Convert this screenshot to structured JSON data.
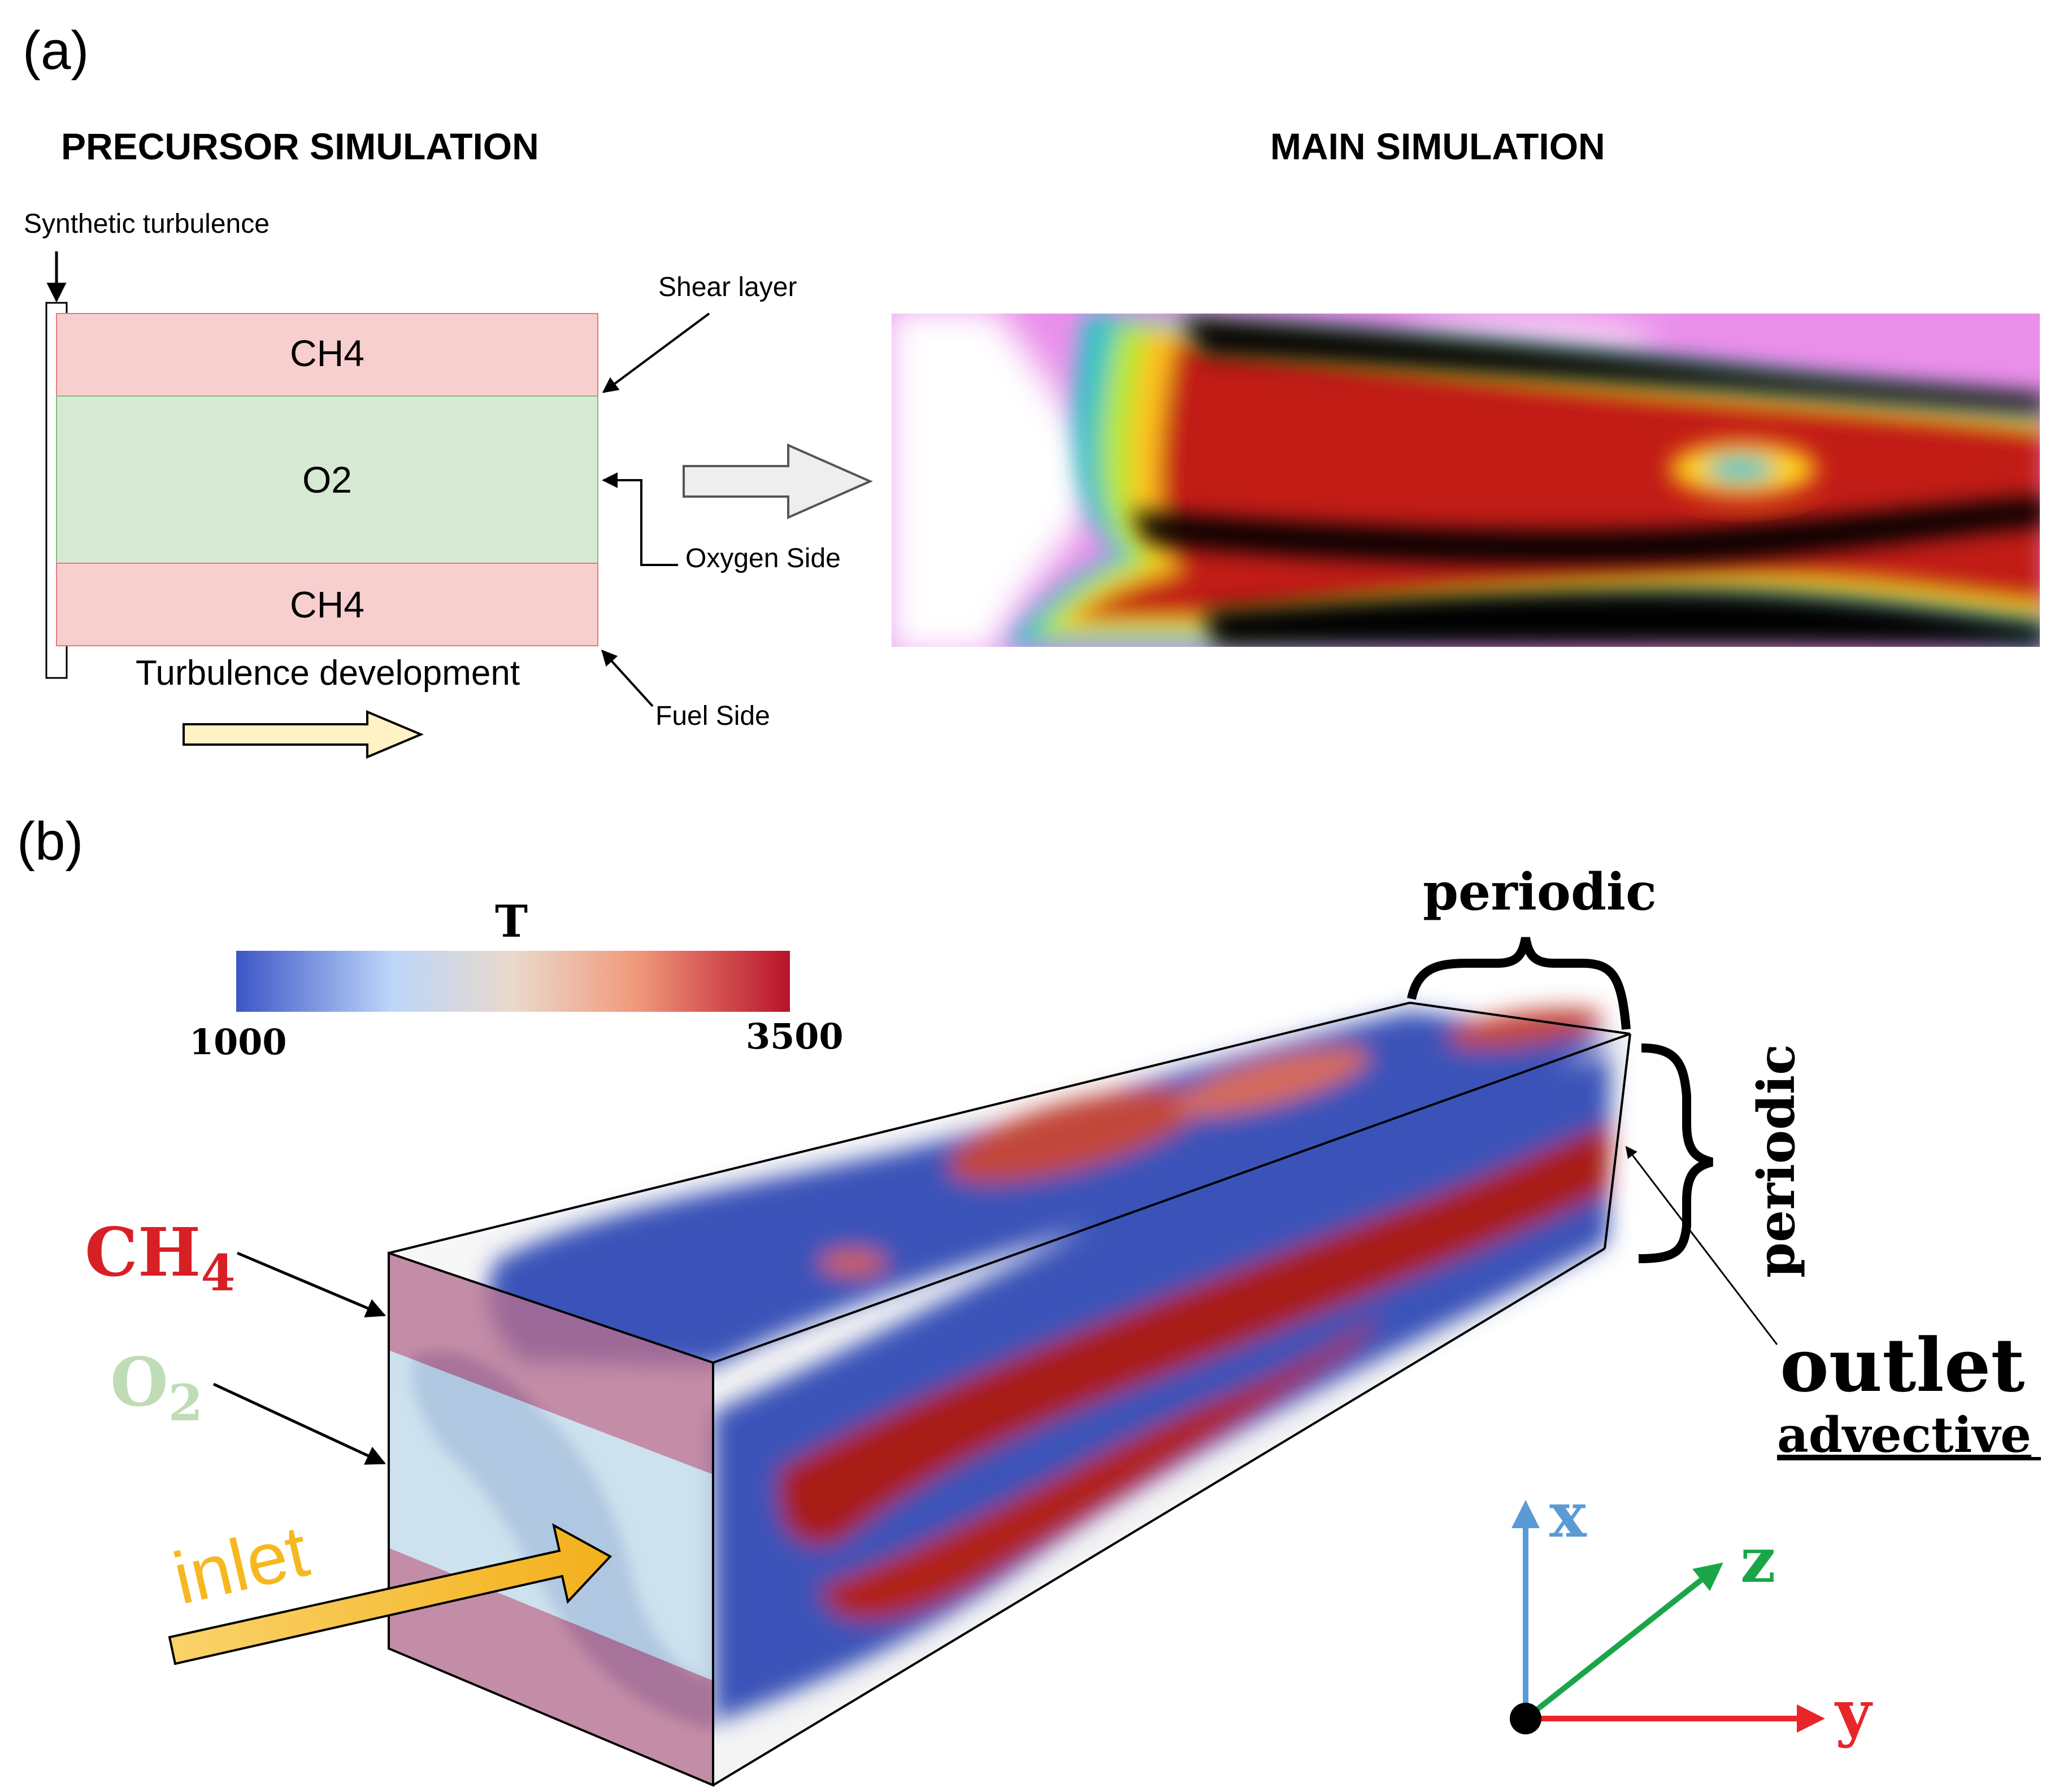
{
  "panel_a": {
    "label": "(a)",
    "precursor_title": "PRECURSOR SIMULATION",
    "main_title": "MAIN SIMULATION",
    "synthetic_turbulence": "Synthetic turbulence",
    "shear_layer": "Shear layer",
    "top_band": "CH4",
    "middle_band": "O2",
    "bottom_band": "CH4",
    "oxygen_side": "Oxygen Side",
    "fuel_side": "Fuel Side",
    "turbulence_development": "Turbulence development",
    "colors": {
      "fuel_band": "#f8cfcf",
      "oxygen_band": "#d6ead3",
      "dev_arrow": "#fff2c4",
      "transfer_arrow": "#eeeeee"
    }
  },
  "panel_b": {
    "label": "(b)",
    "colorbar": {
      "title": "T",
      "min_label": "1000",
      "max_label": "3500",
      "min": 1000,
      "max": 3500,
      "colors": [
        "#3d55c8",
        "#bcd6f8",
        "#ead9cc",
        "#f19a7c",
        "#b8122a"
      ]
    },
    "periodic_top": "periodic",
    "periodic_side": "periodic",
    "ch4": {
      "base": "CH",
      "sub": "4",
      "color": "#d81f26"
    },
    "o2": {
      "base": "O",
      "sub": "2",
      "color": "#bfdcb6"
    },
    "inlet": {
      "text": "inlet",
      "color": "#f6b81f"
    },
    "outlet": "outlet",
    "advective": "advective",
    "axes": {
      "x": {
        "label": "x",
        "color": "#5b9bd5"
      },
      "y": {
        "label": "y",
        "color": "#e8262a"
      },
      "z": {
        "label": "z",
        "color": "#1aa648"
      }
    }
  }
}
